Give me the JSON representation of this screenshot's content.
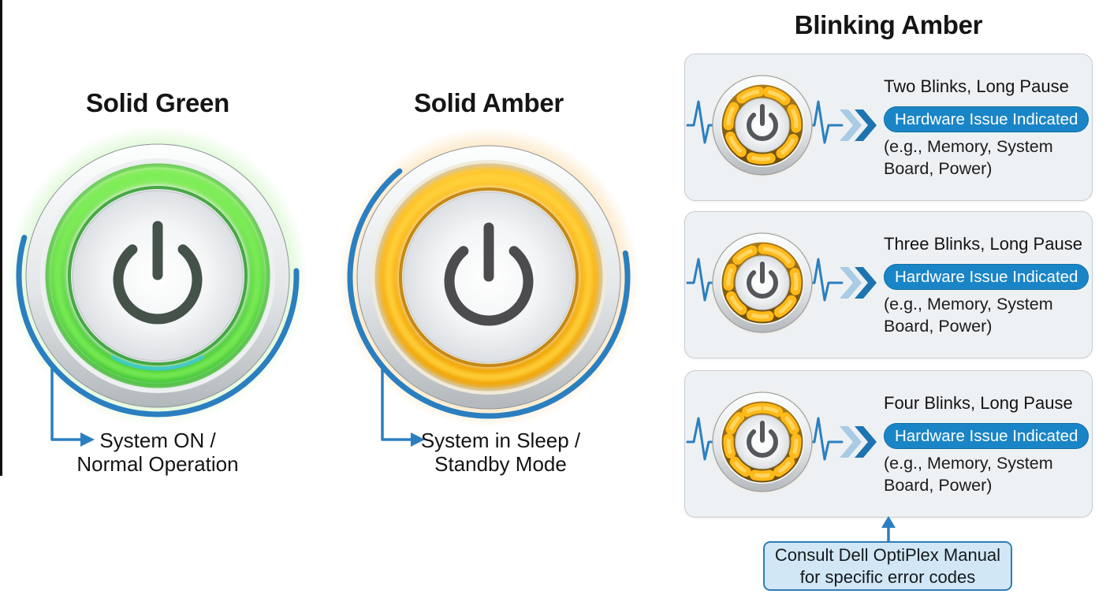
{
  "colors": {
    "accent_blue": "#2b7fc0",
    "badge_blue": "#1a85c6",
    "amber": "#f5a800",
    "green": "#52d347",
    "card_background": "#eef1f4",
    "note_background": "#d2e7f6",
    "text_dark": "#151515"
  },
  "icons": {
    "power": "power-icon",
    "pulse_waveform": "pulse-waveform-icon",
    "double_chevron": "double-chevron-right-icon",
    "connector_arrow": "arrow-right-icon",
    "note_arrow": "arrow-up-icon"
  },
  "solid_green": {
    "title": "Solid Green",
    "label_line1": "System ON /",
    "label_line2": "Normal Operation"
  },
  "solid_amber": {
    "title": "Solid Amber",
    "label_line1": "System in Sleep /",
    "label_line2": "Standby Mode"
  },
  "blinking_amber": {
    "title": "Blinking Amber",
    "cards": [
      {
        "title": "Two Blinks, Long Pause",
        "badge": "Hardware Issue Indicated",
        "detail_line1": "(e.g., Memory, System",
        "detail_line2": "Board, Power)"
      },
      {
        "title": "Three Blinks, Long Pause",
        "badge": "Hardware Issue Indicated",
        "detail_line1": "(e.g., Memory, System",
        "detail_line2": "Board, Power)"
      },
      {
        "title": "Four Blinks, Long Pause",
        "badge": "Hardware Issue Indicated",
        "detail_line1": "(e.g., Memory, System",
        "detail_line2": "Board, Power)"
      }
    ],
    "note": {
      "line1": "Consult Dell OptiPlex Manual",
      "line2": "for specific error codes"
    }
  }
}
